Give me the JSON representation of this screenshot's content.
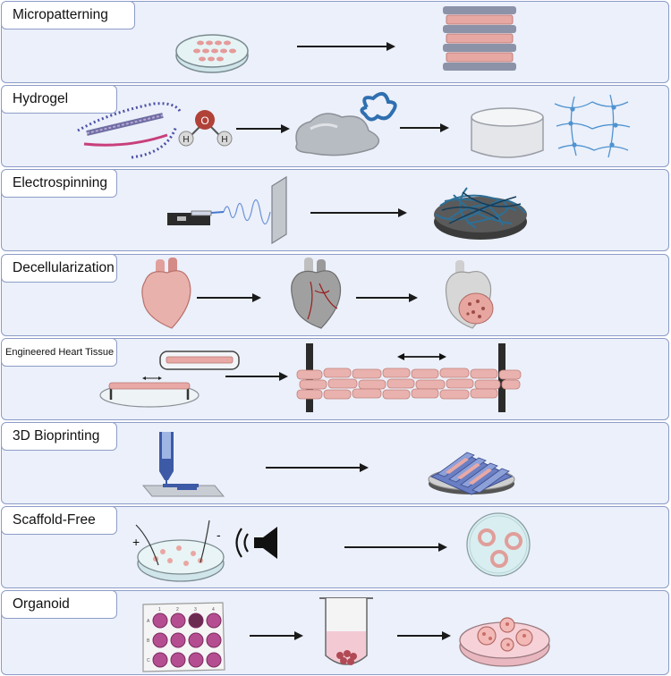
{
  "panels": [
    {
      "key": "micropatterning",
      "title": "Micropatterning"
    },
    {
      "key": "hydrogel",
      "title": "Hydrogel"
    },
    {
      "key": "electrospinning",
      "title": "Electrospinning"
    },
    {
      "key": "decellularization",
      "title": "Decellularization"
    },
    {
      "key": "eht",
      "title": "Engineered Heart Tissue"
    },
    {
      "key": "bioprinting",
      "title": "3D Bioprinting"
    },
    {
      "key": "scaffold_free",
      "title": "Scaffold-Free"
    },
    {
      "key": "organoid",
      "title": "Organoid"
    }
  ],
  "hydrogel": {
    "oxygen_label": "O",
    "hydrogen_label": "H"
  },
  "scaffold_free": {
    "plus_label": "+",
    "minus_label": "-"
  },
  "organoid": {
    "plate_cols": [
      "1",
      "2",
      "3",
      "4"
    ],
    "plate_rows": [
      "A",
      "B",
      "C"
    ]
  },
  "colors": {
    "panel_bg": "#ebf0fa",
    "panel_border": "#8d9cc8",
    "tissue_pink": "#e8a9a6",
    "arrow": "#1a1a1a"
  }
}
